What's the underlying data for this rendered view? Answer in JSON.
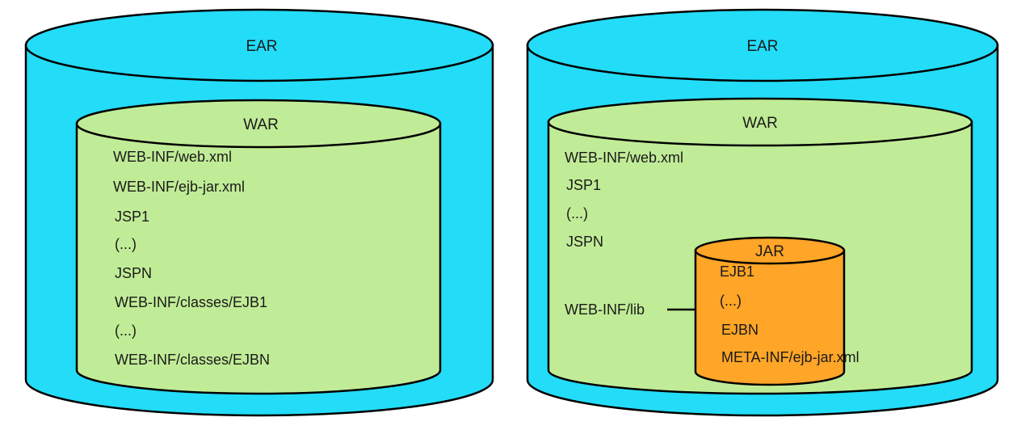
{
  "colors": {
    "ear_fill": "#23dcf8",
    "war_fill": "#c1ec97",
    "jar_fill": "#ffa527",
    "outline": "#000000"
  },
  "left": {
    "ear_label": "EAR",
    "war_label": "WAR",
    "items": [
      "WEB-INF/web.xml",
      "WEB-INF/ejb-jar.xml",
      "JSP1",
      "(...)",
      "JSPN",
      "WEB-INF/classes/EJB1",
      "(...)",
      "WEB-INF/classes/EJBN"
    ]
  },
  "right": {
    "ear_label": "EAR",
    "war_label": "WAR",
    "items": [
      "WEB-INF/web.xml",
      "JSP1",
      "(...)",
      "JSPN"
    ],
    "lib_label": "WEB-INF/lib",
    "jar_label": "JAR",
    "jar_items": [
      "EJB1",
      "(...)",
      "EJBN",
      "META-INF/ejb-jar.xml"
    ]
  }
}
